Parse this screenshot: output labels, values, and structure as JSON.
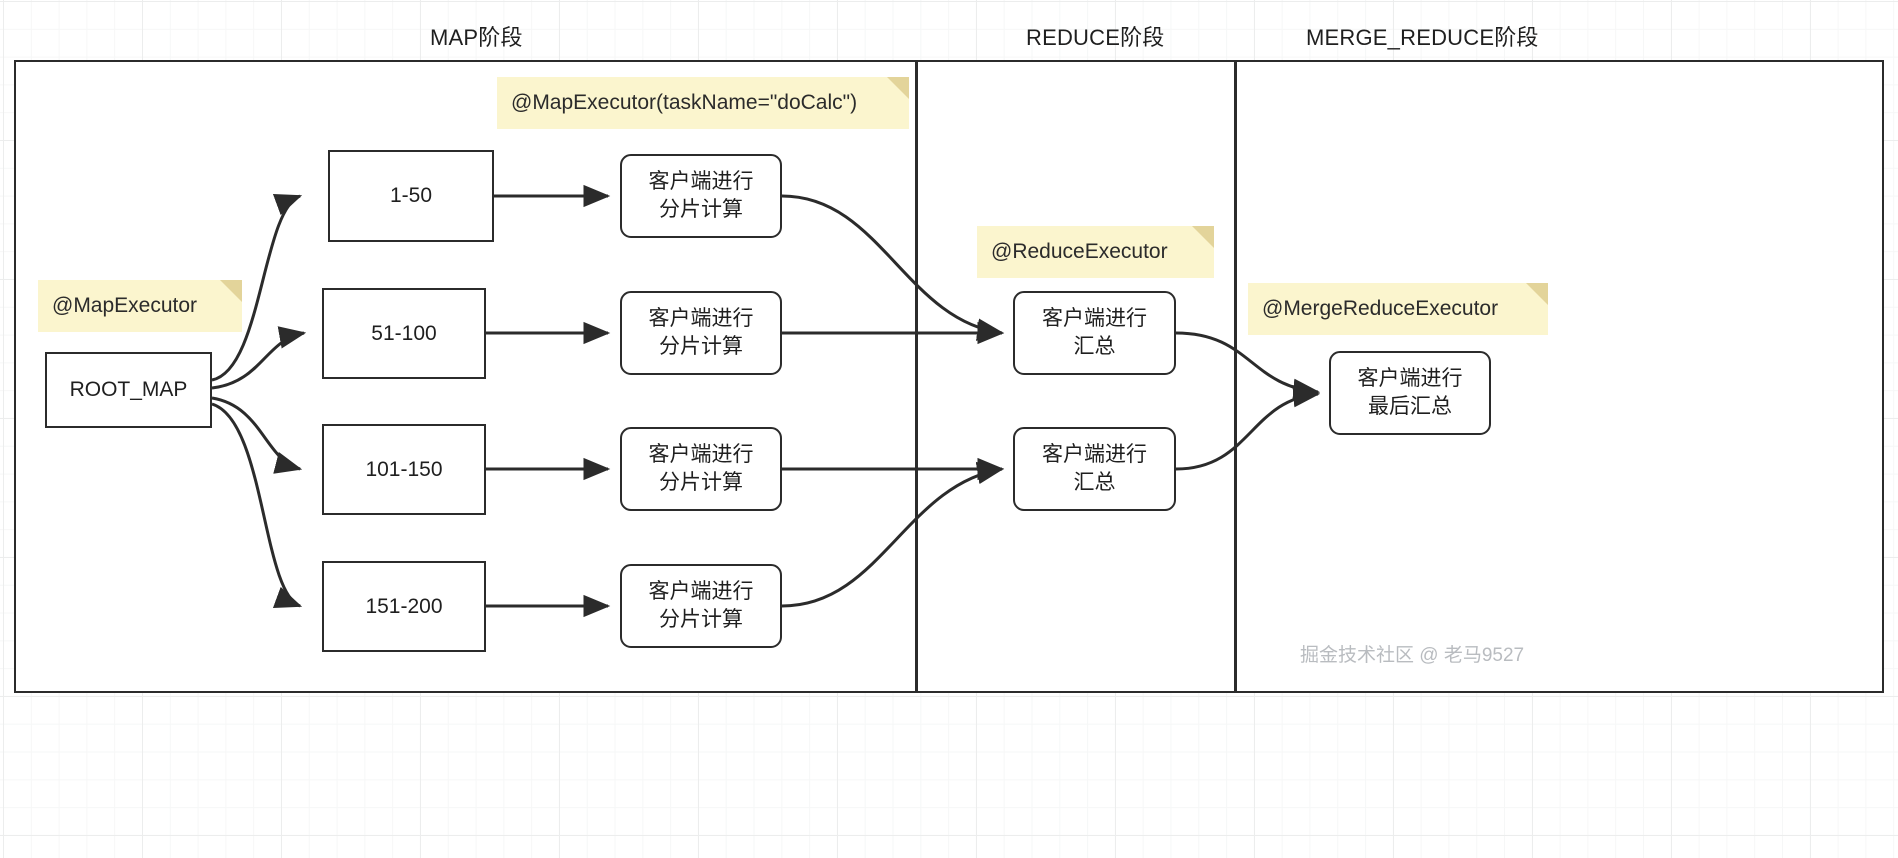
{
  "diagram": {
    "title_watermark": "掘金技术社区 @ 老马9527",
    "lanes": [
      {
        "id": "map",
        "label": "MAP阶段"
      },
      {
        "id": "reduce",
        "label": "REDUCE阶段"
      },
      {
        "id": "merge_reduce",
        "label": "MERGE_REDUCE阶段"
      }
    ],
    "notes": [
      {
        "id": "note-map-executor",
        "label": "@MapExecutor"
      },
      {
        "id": "note-map-executor-taskname",
        "label": "@MapExecutor(taskName=\"doCalc\")"
      },
      {
        "id": "note-reduce-executor",
        "label": "@ReduceExecutor"
      },
      {
        "id": "note-merge-reduce-executor",
        "label": "@MergeReduceExecutor"
      }
    ],
    "nodes": {
      "root": {
        "id": "root-map",
        "label": "ROOT_MAP"
      },
      "shards": [
        {
          "id": "shard-1-50",
          "label": "1-50"
        },
        {
          "id": "shard-51-100",
          "label": "51-100"
        },
        {
          "id": "shard-101-150",
          "label": "101-150"
        },
        {
          "id": "shard-151-200",
          "label": "151-200"
        }
      ],
      "map_tasks": [
        {
          "id": "map-task-1",
          "label": "客户端进行\n分片计算"
        },
        {
          "id": "map-task-2",
          "label": "客户端进行\n分片计算"
        },
        {
          "id": "map-task-3",
          "label": "客户端进行\n分片计算"
        },
        {
          "id": "map-task-4",
          "label": "客户端进行\n分片计算"
        }
      ],
      "reduce_tasks": [
        {
          "id": "reduce-task-1",
          "label": "客户端进行\n汇总"
        },
        {
          "id": "reduce-task-2",
          "label": "客户端进行\n汇总"
        }
      ],
      "merge_task": {
        "id": "merge-reduce-task",
        "label": "客户端进行\n最后汇总"
      }
    },
    "colors": {
      "stroke": "#2b2b2b",
      "note_bg": "#fbf5ce",
      "note_fold": "#e3d49a",
      "grid_major": "#eceded",
      "grid_minor": "#f6f7f7",
      "text": "#1f1f1f",
      "watermark": "#b9bcc0"
    }
  }
}
